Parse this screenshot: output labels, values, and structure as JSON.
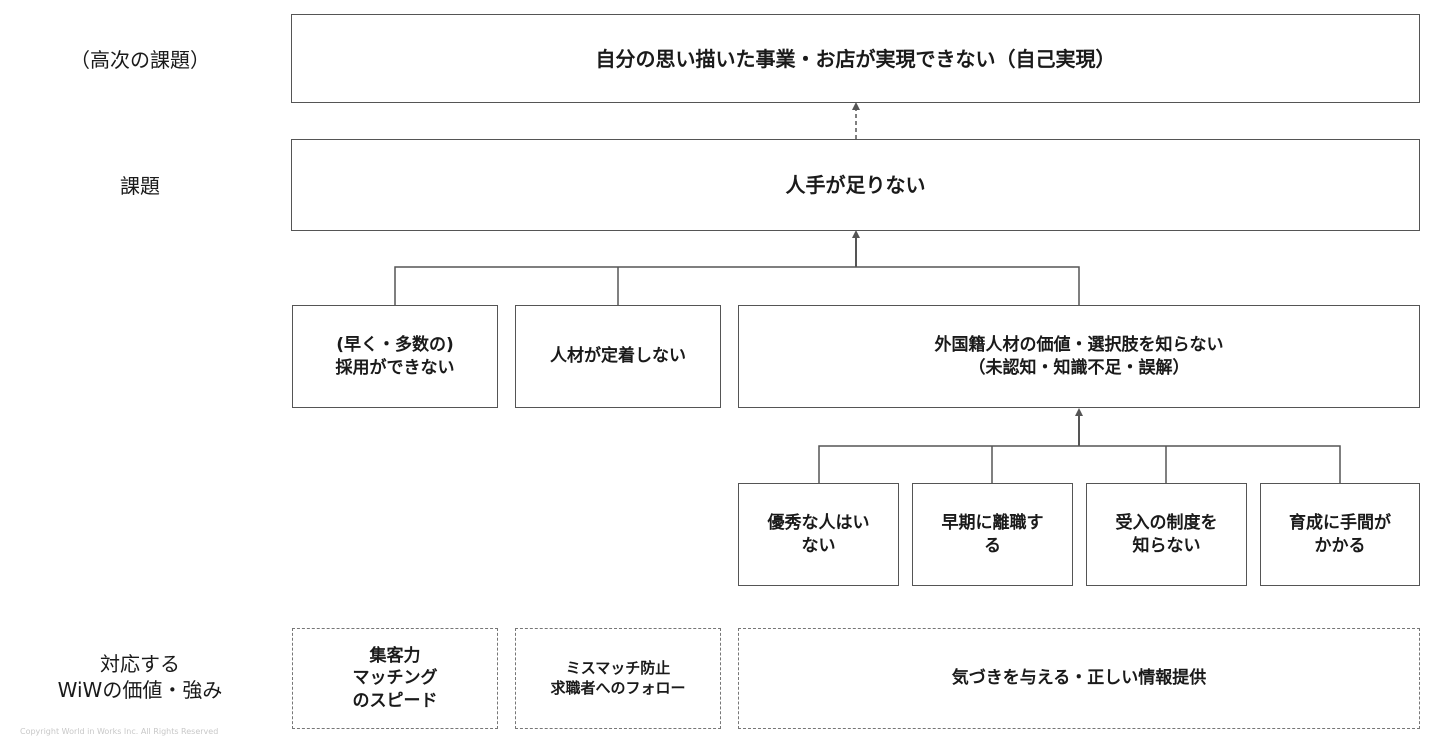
{
  "row_labels": {
    "higher_issue": "（高次の課題）",
    "issue": "課題",
    "value_strength": "対応する\nWiWの価値・強み"
  },
  "higher_issue": "自分の思い描いた事業・お店が実現できない（自己実現）",
  "main_issue": "人手が足りない",
  "causes": [
    "(早く・多数の)\n採用ができない",
    "人材が定着しない",
    "外国籍人材の価値・選択肢を知らない\n（未認知・知識不足・誤解）"
  ],
  "sub_causes": [
    "優秀な人はい\nない",
    "早期に離職す\nる",
    "受入の制度を\n知らない",
    "育成に手間が\nかかる"
  ],
  "strengths": [
    "集客力\nマッチング\nのスピード",
    "ミスマッチ防止\n求職者へのフォロー",
    "気づきを与える・正しい情報提供"
  ],
  "copyright": "Copyright World in Works Inc. All Rights Reserved",
  "colors": {
    "line": "#555555",
    "arrow": "#555555",
    "border": "#555555"
  }
}
